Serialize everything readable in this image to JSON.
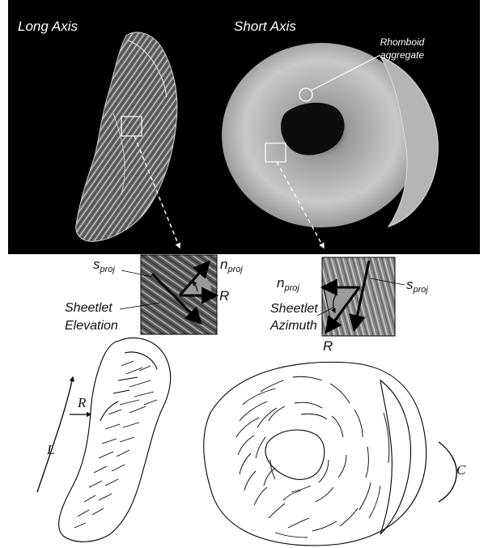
{
  "panel_titles": {
    "long_axis": "Long Axis",
    "short_axis": "Short Axis"
  },
  "annotations": {
    "rhomboid_line1": "Rhomboid",
    "rhomboid_line2": "aggregate",
    "elevation_line1": "Sheetlet",
    "elevation_line2": "Elevation",
    "azimuth_line1": "Sheetlet",
    "azimuth_line2": "Azimuth"
  },
  "vectors": {
    "s_main": "s",
    "s_sub": "proj",
    "n_main": "n",
    "n_sub": "proj",
    "radial": "R"
  },
  "axes": {
    "longitudinal": "L",
    "radial": "R",
    "circumferential": "C"
  },
  "colors": {
    "photo_background": "#000000",
    "arrow": "#000000",
    "angle_fill": "#9a9a9a",
    "callout": "#ffffff"
  }
}
